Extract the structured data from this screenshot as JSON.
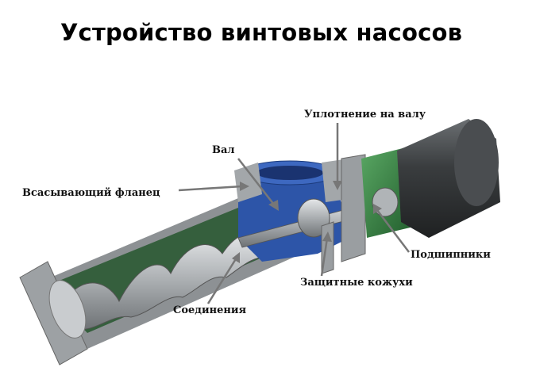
{
  "title": "Устройство винтовых насосов",
  "labels": {
    "shaft_seal": "Уплотнение на валу",
    "shaft": "Вал",
    "suction_flange": "Всасывающий фланец",
    "bearings": "Подшипники",
    "guards": "Защитные кожухи",
    "joints": "Соединения"
  },
  "colors": {
    "casing": "#2d55a8",
    "rotor_green": "#3f8a4a",
    "motor": "#3a3d3f",
    "metal": "#b8bcbf"
  }
}
